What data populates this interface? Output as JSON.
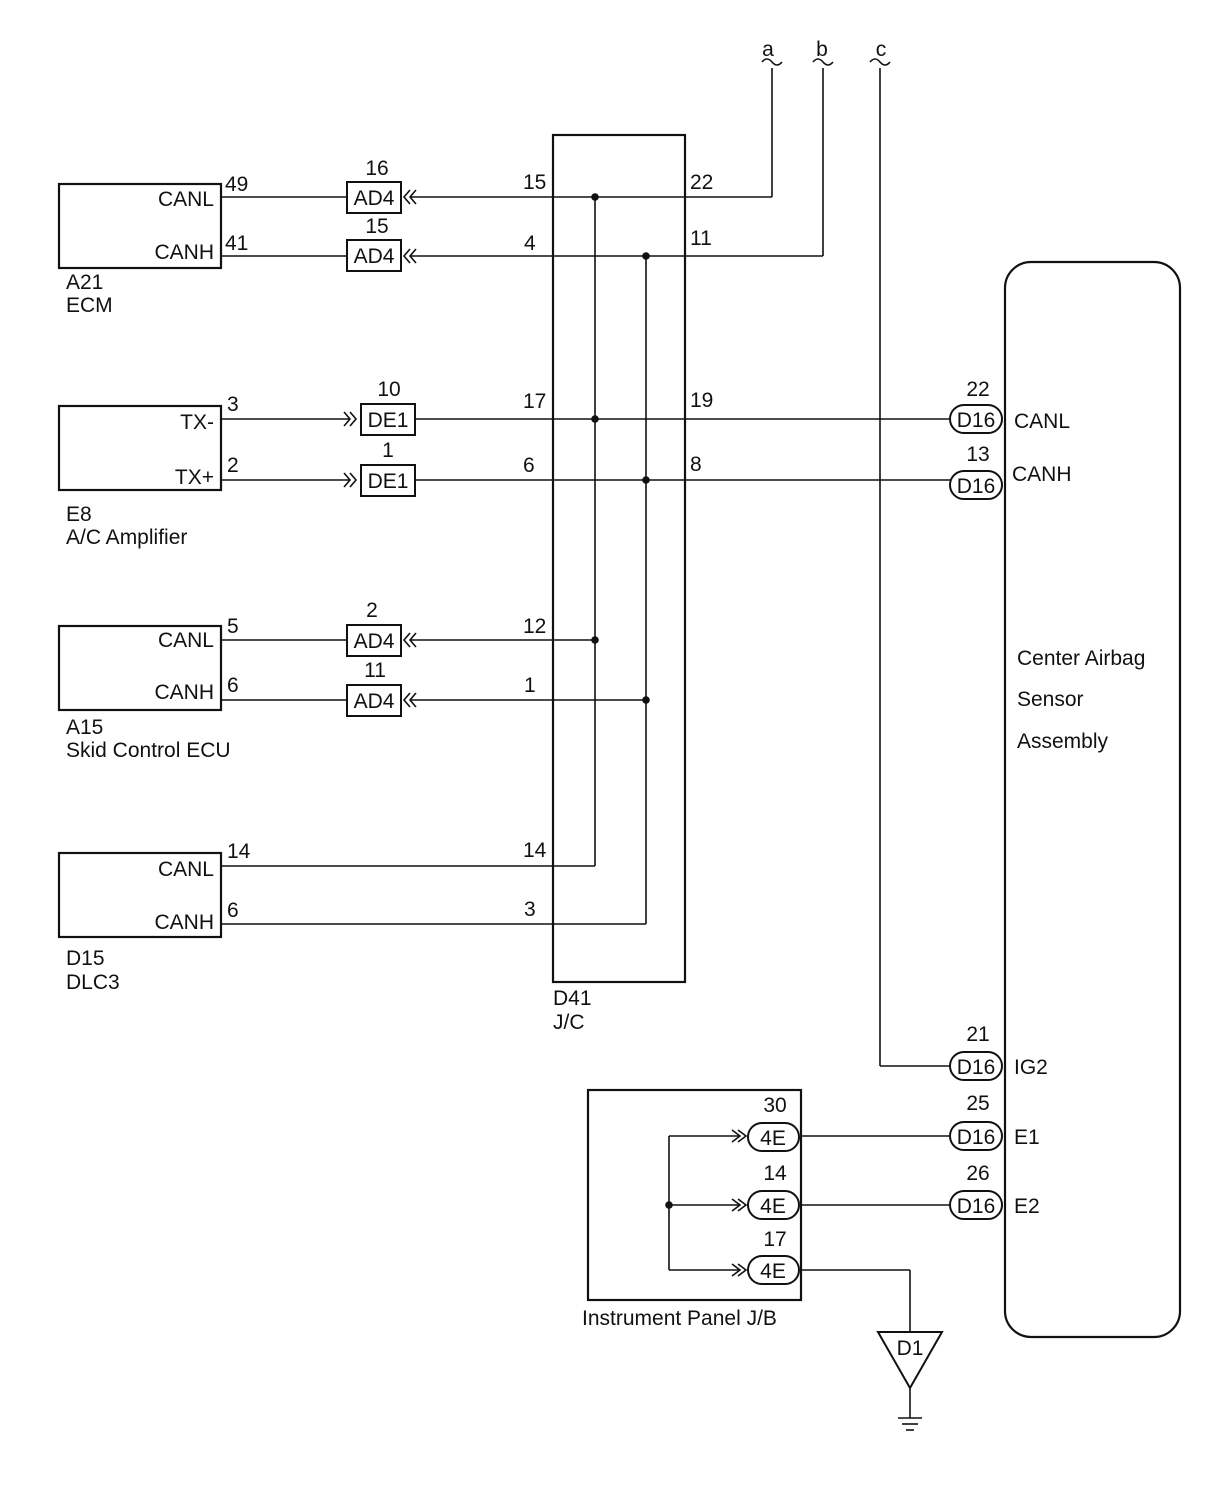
{
  "wire_labels": {
    "a": "a",
    "b": "b",
    "c": "c"
  },
  "ecm": {
    "code": "A21",
    "name": "ECM",
    "canl": {
      "label": "CANL",
      "pin": "49",
      "conn_pin": "16",
      "conn": "AD4",
      "jc_pin": "15"
    },
    "canh": {
      "label": "CANH",
      "pin": "41",
      "conn_pin": "15",
      "conn": "AD4",
      "jc_pin": "4"
    }
  },
  "ac_amp": {
    "code": "E8",
    "name": "A/C Amplifier",
    "txm": {
      "label": "TX-",
      "pin": "3",
      "conn_pin": "10",
      "conn": "DE1",
      "jc_pin": "17"
    },
    "txp": {
      "label": "TX+",
      "pin": "2",
      "conn_pin": "1",
      "conn": "DE1",
      "jc_pin": "6"
    }
  },
  "skid": {
    "code": "A15",
    "name": "Skid Control ECU",
    "canl": {
      "label": "CANL",
      "pin": "5",
      "conn_pin": "2",
      "conn": "AD4",
      "jc_pin": "12"
    },
    "canh": {
      "label": "CANH",
      "pin": "6",
      "conn_pin": "11",
      "conn": "AD4",
      "jc_pin": "1"
    }
  },
  "dlc3": {
    "code": "D15",
    "name": "DLC3",
    "canl": {
      "label": "CANL",
      "pin": "14",
      "jc_pin": "14"
    },
    "canh": {
      "label": "CANH",
      "pin": "6",
      "jc_pin": "3"
    }
  },
  "jc": {
    "code": "D41",
    "name": "J/C",
    "out_a_pin": "22",
    "out_b_pin": "11",
    "out_l_pin": "19",
    "out_h_pin": "8"
  },
  "airbag": {
    "name_lines": [
      "Center Airbag",
      "Sensor",
      "Assembly"
    ],
    "conn": "D16",
    "canl": {
      "label": "CANL",
      "pin": "22"
    },
    "canh": {
      "label": "CANH",
      "pin": "13"
    },
    "ig2": {
      "label": "IG2",
      "pin": "21"
    },
    "e1": {
      "label": "E1",
      "pin": "25"
    },
    "e2": {
      "label": "E2",
      "pin": "26"
    }
  },
  "ip_jb": {
    "name": "Instrument Panel J/B",
    "conn": "4E",
    "pins": [
      "30",
      "14",
      "17"
    ]
  },
  "ground": {
    "label": "D1"
  }
}
